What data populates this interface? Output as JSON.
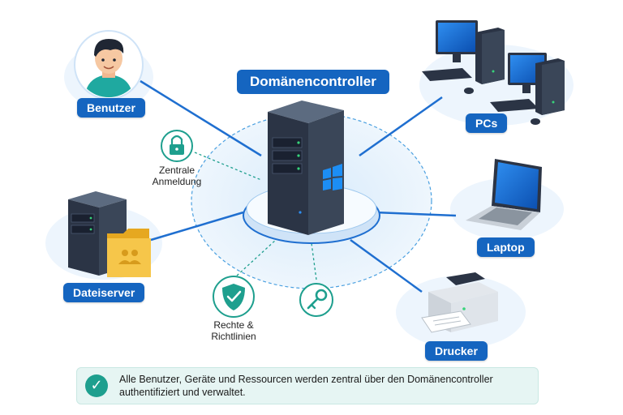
{
  "title": "Domänencontroller",
  "nodes": {
    "users": "Benutzer",
    "pcs": "PCs",
    "laptop": "Laptop",
    "fileserver": "Dateiserver",
    "printer": "Drucker"
  },
  "features": {
    "login": "Zentrale\nAnmeldung",
    "rights": "Rechte &\nRichtlinien"
  },
  "footer": "Alle Benutzer, Geräte und Ressourcen werden zentral über den Domänencontroller authentifiziert und verwaltet.",
  "icons": {
    "center": "server-tower-icon",
    "windows": "windows-logo-icon",
    "users": "user-avatar-icon",
    "pcs": "desktop-pc-icon",
    "laptop": "laptop-icon",
    "fileserver": "file-server-icon",
    "folder": "shared-folder-icon",
    "printer": "printer-icon",
    "login": "padlock-icon",
    "shield": "shield-check-icon",
    "key": "key-icon",
    "footer": "check-circle-icon"
  },
  "colors": {
    "accent": "#1565c0",
    "link": "#1f6fd0",
    "halo": "#eaf4fc",
    "teal": "#1e9f8e",
    "footer_bg": "#e6f5f3",
    "server": "#2b3445"
  }
}
